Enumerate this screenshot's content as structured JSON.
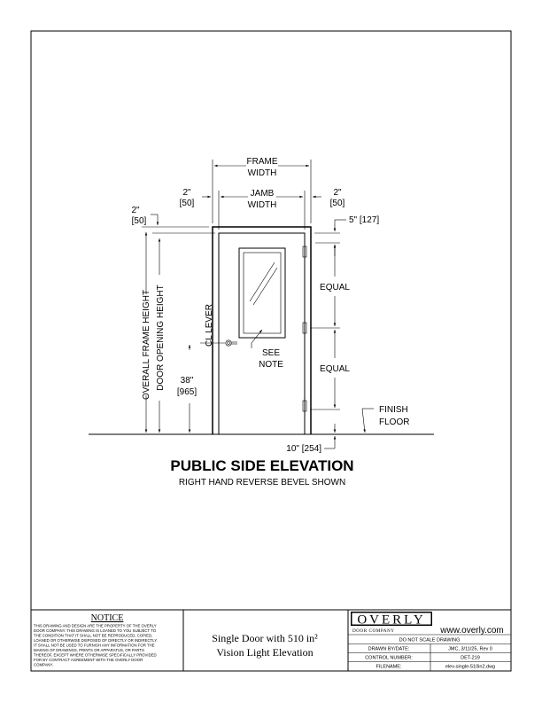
{
  "drawing": {
    "frame_width_line1": "FRAME",
    "frame_width_line2": "WIDTH",
    "jamb_width_line1": "JAMB",
    "jamb_width_line2": "WIDTH",
    "left_offset_in": "2\"",
    "left_offset_mm": "[50]",
    "right_offset_in": "2\"",
    "right_offset_mm": "[50]",
    "head_offset_in": "2\"",
    "head_offset_mm": "[50]",
    "top_gap": "5\" [127]",
    "equal_upper": "EQUAL",
    "equal_lower": "EQUAL",
    "overall_frame_height": "OVERALL FRAME HEIGHT",
    "door_opening_height": "DOOR OPENING HEIGHT",
    "cl_lever": "CL LEVER",
    "lever_height_in": "38\"",
    "lever_height_mm": "[965]",
    "see_note_line1": "SEE",
    "see_note_line2": "NOTE",
    "finish_floor_line1": "FINISH",
    "finish_floor_line2": "FLOOR",
    "bottom_gap": "10\" [254]",
    "title": "PUBLIC SIDE ELEVATION",
    "subtitle": "RIGHT HAND REVERSE BEVEL SHOWN"
  },
  "notice": {
    "heading": "NOTICE",
    "lines": [
      "THIS DRAWING AND DESIGN ARE THE PROPERTY OF THE OVERLY",
      "DOOR COMPANY.  THIS DRAWING IS LOANED TO YOU SUBJECT TO",
      "THE CONDITION THAT IT SHALL NOT BE REPRODUCED, COPIED,",
      "LOANED OR OTHERWISE DISPOSED OF DIRECTLY OR INDIRECTLY.",
      "IT SHALL NOT BE USED TO FURNISH ANY INFORMATION FOR THE",
      "MAKING OF DRAWINGS, PRINTS OR APPARATUS, OR PARTS",
      "THEREOF, EXCEPT WHERE OTHERWISE SPECIFICALLY PROVIDED",
      "FOR BY CONTRACT AGREEMENT WITH THE OVERLY DOOR",
      "COMPANY."
    ]
  },
  "description": {
    "line1": "Single Door with 510 in²",
    "line2": "Vision Light Elevation"
  },
  "title_block": {
    "logo": "OVERLY",
    "logo_sub": "DOOR COMPANY",
    "website": "www.overly.com",
    "scale_note": "DO NOT SCALE DRAWING",
    "drawn_by_label": "DRAWN BY/DATE:",
    "drawn_by_value": "JMC, 3/11/25, Rev 0",
    "control_label": "CONTROL NUMBER:",
    "control_value": "DET-219",
    "filename_label": "FILENAME:",
    "filename_value": "elev-single-510in2.dwg"
  }
}
